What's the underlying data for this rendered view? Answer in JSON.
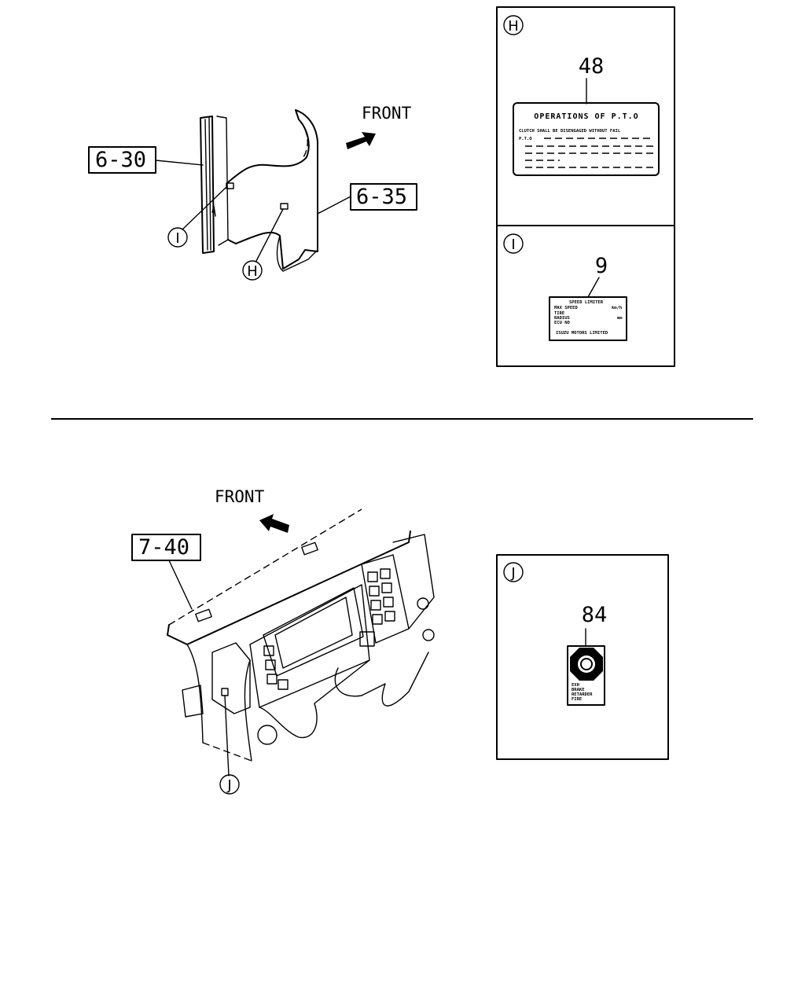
{
  "upper_diagram": {
    "front_label": "FRONT",
    "callouts": [
      {
        "id": "callout-6-30",
        "text": "6-30"
      },
      {
        "id": "callout-6-35",
        "text": "6-35"
      }
    ],
    "markers": [
      "I",
      "H"
    ]
  },
  "lower_diagram": {
    "front_label": "FRONT",
    "callouts": [
      {
        "id": "callout-7-40",
        "text": "7-40"
      }
    ],
    "markers": [
      "J"
    ]
  },
  "detail_h": {
    "marker": "H",
    "part_number": "48",
    "label_title": "OPERATIONS OF P.T.O",
    "label_line1": "CLUTCH SHALL BE DISENGAGED WITHOUT FAIL",
    "label_line2": "P.T.O"
  },
  "detail_i": {
    "marker": "I",
    "part_number": "9",
    "label_lines": [
      "SPEED LIMITER",
      "MAX SPEED",
      "TIRE",
      "RADIUS",
      "ECU NO",
      "ISUZU MOTORS LIMITED"
    ],
    "label_unit": "km/h",
    "label_unit2": "mm"
  },
  "detail_j": {
    "marker": "J",
    "part_number": "84",
    "label_lines": [
      "EXH",
      "BRAKE",
      "RETARDER",
      "FIRE"
    ]
  }
}
